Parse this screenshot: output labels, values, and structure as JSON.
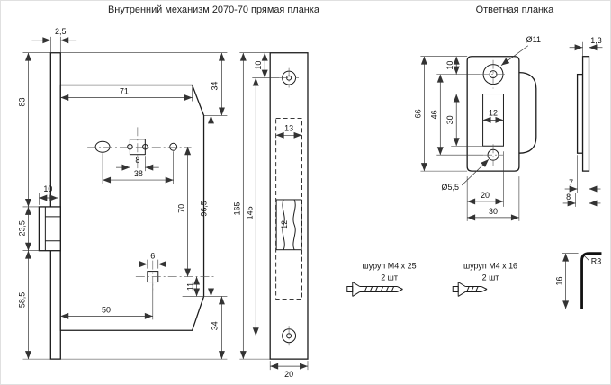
{
  "titles": {
    "left": "Внутренний механизм 2070-70 прямая планка",
    "right": "Ответная планка"
  },
  "lock_mechanism": {
    "dim_plate_thickness": "2,5",
    "dim_case_width": "71",
    "dim_chamfer_top": "34",
    "dim_top_to_latch": "83",
    "dim_spindle_square": "8",
    "dim_hole_spacing": "38",
    "dim_latch_protrusion": "10",
    "dim_latch_height": "23,5",
    "dim_spindle_to_cylinder": "70",
    "dim_case_height": "96,5",
    "dim_latch_to_bottom": "58,5",
    "dim_cylinder_hole": "6",
    "dim_cylinder_offset": "50",
    "dim_cylinder_to_chamfer": "11",
    "dim_chamfer_bottom": "34"
  },
  "faceplate": {
    "dim_top_to_hole": "10",
    "dim_pocket_width": "13",
    "dim_plate_height": "165",
    "dim_hole_spacing": "145",
    "dim_latch_width": "12",
    "dim_plate_width": "20"
  },
  "strike_plate": {
    "dim_hole_top_dia": "Ø11",
    "dim_thickness": "1,3",
    "dim_top_to_hole": "10",
    "dim_plate_height": "66",
    "dim_hole_spacing": "46",
    "dim_cutout_height": "30",
    "dim_cutout_width": "12",
    "dim_hole_bottom_dia": "Ø5,5",
    "dim_cutout_offset": "20",
    "dim_plate_width": "30",
    "dim_lip_depth_inner": "7",
    "dim_lip_depth_outer": "8",
    "dim_bend_radius": "R3",
    "dim_lip_height": "16"
  },
  "screws": {
    "screw_large_label": "шуруп М4 х 25",
    "screw_large_qty": "2 шт",
    "screw_small_label": "шуруп М4 х 16",
    "screw_small_qty": "2 шт"
  }
}
